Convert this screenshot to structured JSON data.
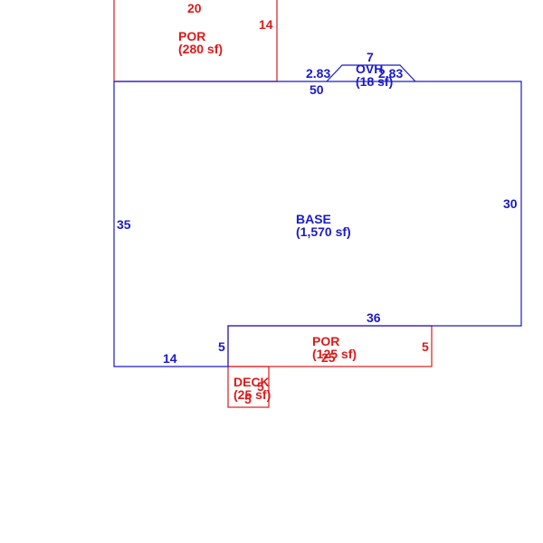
{
  "colors": {
    "base": "#1a1acc",
    "addition": "#dd1a1a",
    "background": "#ffffff"
  },
  "areas": {
    "base": {
      "name": "BASE",
      "area": "(1,570 sf)"
    },
    "por_top": {
      "name": "POR",
      "area": "(280 sf)"
    },
    "ovh": {
      "name": "OVH",
      "area": "(18 sf)"
    },
    "por_bottom": {
      "name": "POR",
      "area": "(125 sf)"
    },
    "deck": {
      "name": "DECK",
      "area": "(25 sf)"
    }
  },
  "dimensions": {
    "base_top": "50",
    "base_right": "30",
    "base_left": "35",
    "base_bottom_right": "36",
    "base_bottom_left": "14",
    "base_notch": "5",
    "por_top_width": "20",
    "por_top_depth": "14",
    "ovh_width": "7",
    "ovh_left_side": "2.83",
    "ovh_right_side": "2.83",
    "por_bottom_width": "25",
    "por_bottom_left": "5",
    "por_bottom_right": "5",
    "deck_width": "5",
    "deck_depth": "5"
  }
}
